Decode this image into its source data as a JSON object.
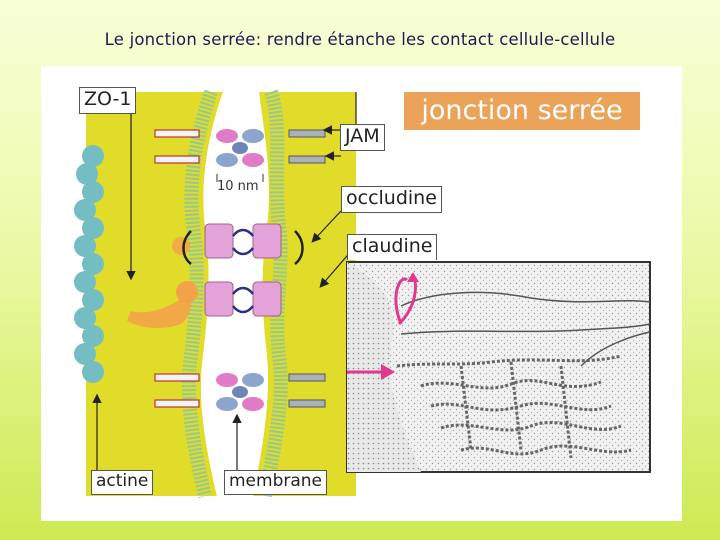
{
  "slide_title": "Le jonction serrée: rendre étanche les contact cellule-cellule",
  "header": "jonction serrée",
  "labels": {
    "zo1": "ZO-1",
    "jam": "JAM",
    "occludine": "occludine",
    "claudine": "claudine",
    "actine": "actine",
    "membrane": "membrane",
    "dimension": "10 nm"
  },
  "colors": {
    "cell_left": "#e1dc29",
    "cell_right": "#e1dc29",
    "header_fill": "#eba35a",
    "membrane_green": "#8fc79a",
    "actin_blue": "#74bdc3",
    "zo1_orange": "#f4a24a",
    "claudin_pink": "#e3a3d8",
    "arrow_magenta": "#e3388f"
  }
}
